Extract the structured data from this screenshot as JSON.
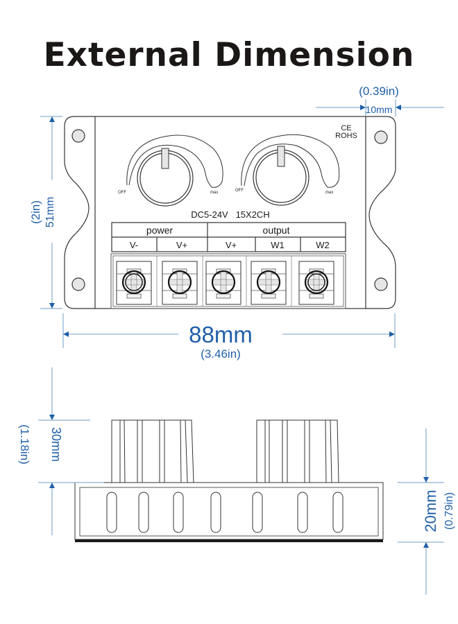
{
  "title": "External Dimension",
  "colors": {
    "dimension_blue": "#1f5fa8",
    "line_blue": "#6e9cc6",
    "outline": "#333333",
    "fill_gray": "#e6e6e6"
  },
  "top_view": {
    "certification": [
      "CE",
      "ROHS"
    ],
    "knobs": [
      {
        "min_label": "OFF",
        "max_label": "max"
      },
      {
        "min_label": "OFF",
        "max_label": "max"
      }
    ],
    "rating_label": "DC5-24V   15X2CH",
    "terminal_groups": [
      "power",
      "output"
    ],
    "terminal_labels": [
      "V-",
      "V+",
      "V+",
      "W1",
      "W2"
    ]
  },
  "dimensions": {
    "width": {
      "mm": "88mm",
      "in": "(3.46in)"
    },
    "height": {
      "mm": "51mm",
      "in": "(2in)"
    },
    "ear_width": {
      "mm": "10mm",
      "in": "(0.39in)"
    },
    "knob_height": {
      "mm": "30mm",
      "in": "(1.18in)"
    },
    "body_height": {
      "mm": "20mm",
      "in": "(0.79in)"
    }
  }
}
